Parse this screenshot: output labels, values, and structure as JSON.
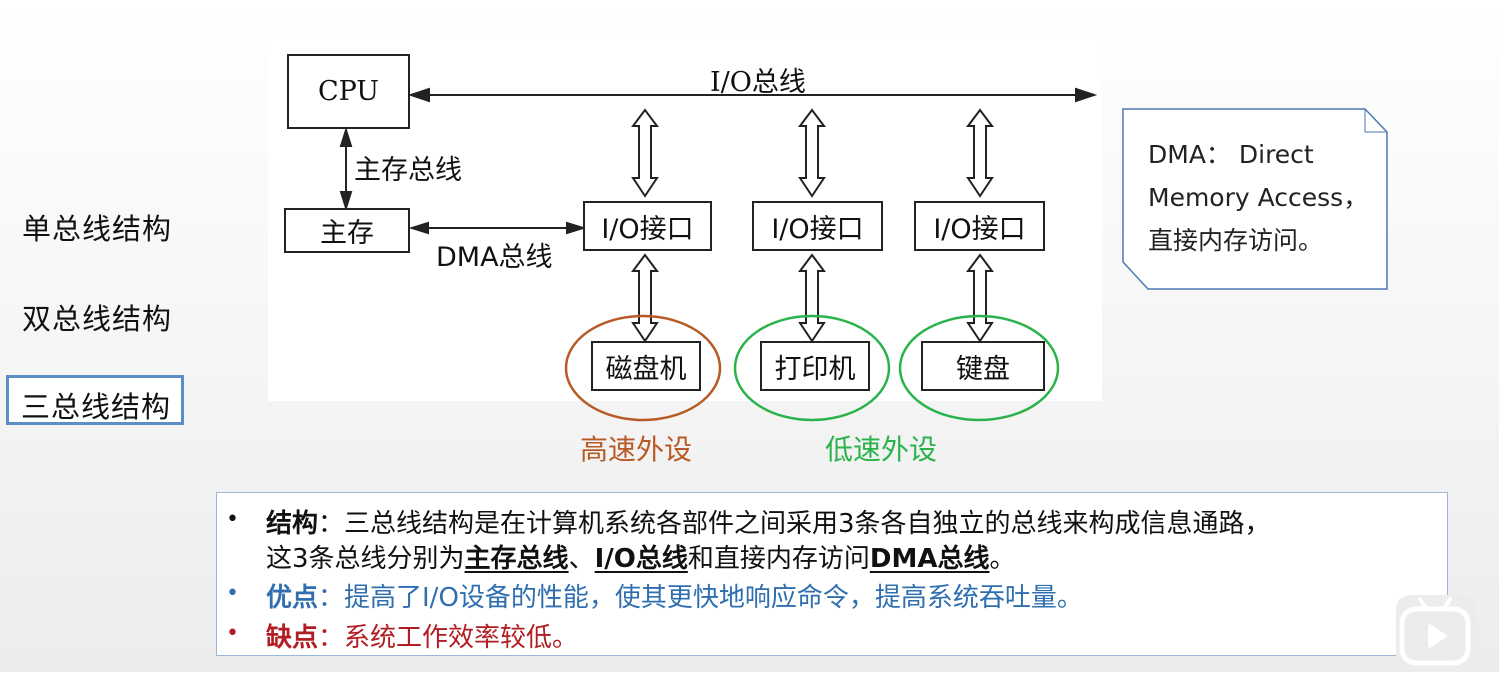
{
  "nav": {
    "items": [
      "单总线结构",
      "双总线结构"
    ],
    "active": "三总线结构"
  },
  "diagram": {
    "cpu": "CPU",
    "memory": "主存",
    "io_bus": "I/O总线",
    "main_bus": "主存总线",
    "dma_bus": "DMA总线",
    "io_interface": "I/O接口",
    "devices": [
      "磁盘机",
      "打印机",
      "键盘"
    ],
    "high_speed": "高速外设",
    "low_speed": "低速外设",
    "colors": {
      "high": "#b85a25",
      "low": "#2ab34a"
    }
  },
  "note": {
    "line1": "DMA： Direct",
    "line2": "Memory Access，",
    "line3": "直接内存访问。"
  },
  "description": {
    "structure_label": "结构",
    "structure_text": "：三总线结构是在计算机系统各部件之间采用3条各自独立的总线来构成信息通路，",
    "structure_line2_pre": "这3条总线分别为",
    "bus1": "主存总线",
    "sep": "、",
    "bus2": "I/O总线",
    "mid": "和直接内存访问",
    "bus3": "DMA总线",
    "end": "。",
    "adv_label": "优点",
    "adv_text": "：提高了I/O设备的性能，使其更快地响应命令，提高系统吞吐量。",
    "dis_label": "缺点",
    "dis_text": "：系统工作效率较低。"
  }
}
